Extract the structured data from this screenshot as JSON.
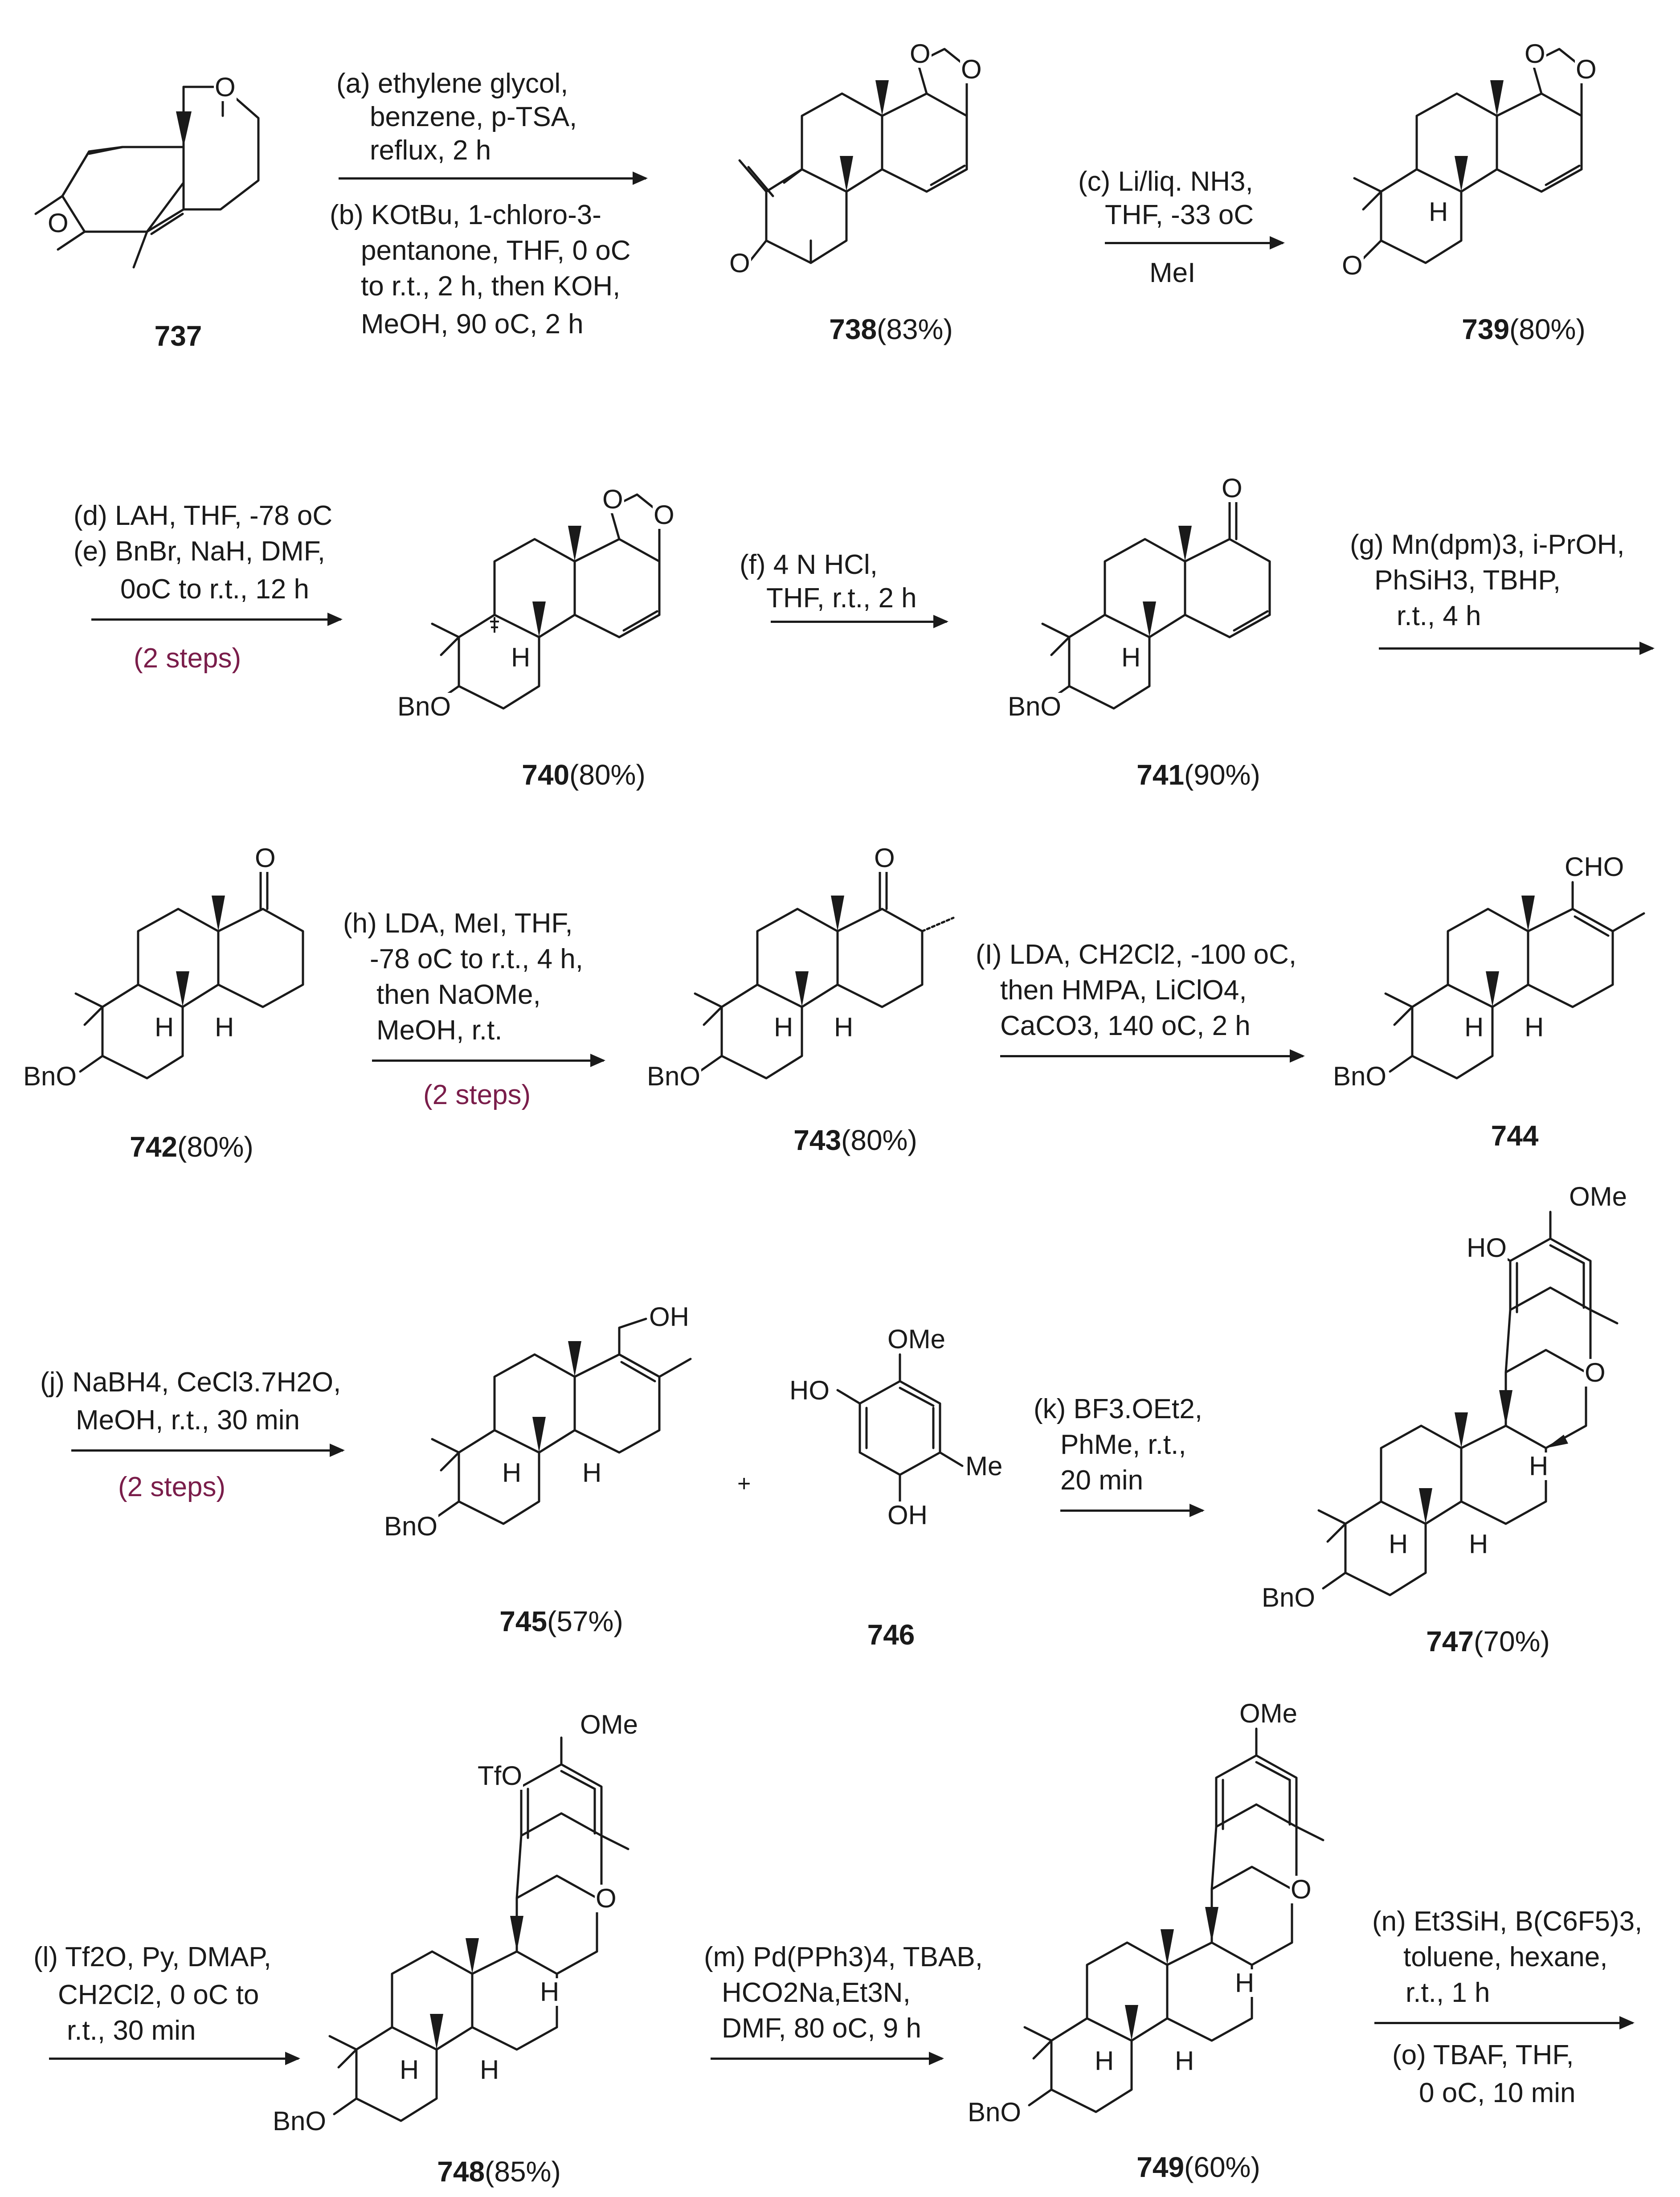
{
  "compounds": {
    "c737": {
      "id": "737",
      "yield": ""
    },
    "c738": {
      "id": "738",
      "yield": "(83%)"
    },
    "c739": {
      "id": "739",
      "yield": "(80%)"
    },
    "c740": {
      "id": "740",
      "yield": "(80%)"
    },
    "c741": {
      "id": "741",
      "yield": "(90%)"
    },
    "c742": {
      "id": "742",
      "yield": "(80%)"
    },
    "c743": {
      "id": "743",
      "yield": "(80%)"
    },
    "c744": {
      "id": "744",
      "yield": ""
    },
    "c745": {
      "id": "745",
      "yield": "(57%)"
    },
    "c746": {
      "id": "746",
      "yield": ""
    },
    "c747": {
      "id": "747",
      "yield": "(70%)"
    },
    "c748": {
      "id": "748",
      "yield": "(85%)"
    },
    "c749": {
      "id": "749",
      "yield": "(60%)"
    }
  },
  "steps": {
    "ab": {
      "above": [
        "(a) ethylene glycol,",
        "benzene, p-TSA,",
        "reflux, 2 h"
      ],
      "below": [
        "(b) KOtBu, 1-chloro-3-",
        "pentanone, THF, 0 oC",
        "to r.t., 2 h, then KOH,",
        "MeOH, 90 oC, 2 h"
      ]
    },
    "c": {
      "above": [
        "(c) Li/liq. NH3,",
        "THF, -33 oC"
      ],
      "below": [
        "MeI"
      ]
    },
    "de": {
      "above": [
        "(d) LAH, THF, -78 oC",
        "(e) BnBr, NaH, DMF,",
        "0oC to r.t., 12 h"
      ],
      "note": "(2 steps)"
    },
    "f": {
      "above": [
        "(f) 4 N HCl,",
        "THF, r.t., 2 h"
      ]
    },
    "g": {
      "above": [
        "(g) Mn(dpm)3, i-PrOH,",
        "PhSiH3, TBHP,",
        "r.t., 4 h"
      ]
    },
    "h": {
      "above": [
        "(h) LDA, MeI, THF,",
        "-78 oC to r.t., 4 h,",
        "then NaOMe,",
        "MeOH, r.t."
      ],
      "note": "(2 steps)"
    },
    "i": {
      "above": [
        "(I) LDA, CH2Cl2, -100 oC,",
        "then HMPA, LiClO4,",
        "CaCO3, 140 oC, 2 h"
      ]
    },
    "j": {
      "above": [
        "(j) NaBH4, CeCl3.7H2O,",
        "MeOH, r.t., 30 min"
      ],
      "note": "(2 steps)"
    },
    "k": {
      "above": [
        "(k) BF3.OEt2,",
        "PhMe, r.t.,",
        "20 min"
      ]
    },
    "l": {
      "above": [
        "(l) Tf2O, Py, DMAP,",
        "CH2Cl2, 0 oC to",
        "r.t., 30 min"
      ]
    },
    "m": {
      "above": [
        "(m) Pd(PPh3)4, TBAB,",
        "HCO2Na,Et3N,",
        "DMF, 80 oC, 9 h"
      ]
    },
    "no": {
      "above": [
        "(n) Et3SiH, B(C6F5)3,",
        "toluene, hexane,",
        "r.t., 1 h"
      ],
      "below": [
        "(o) TBAF, THF,",
        "0 oC, 10 min"
      ]
    }
  },
  "atoms": {
    "O": "O",
    "H": "H",
    "OBn": "BnO",
    "OH": "OH",
    "HO": "HO",
    "OMe": "OMe",
    "Me": "Me",
    "CHO": "CHO",
    "OTf": "TfO"
  },
  "plus": "+"
}
